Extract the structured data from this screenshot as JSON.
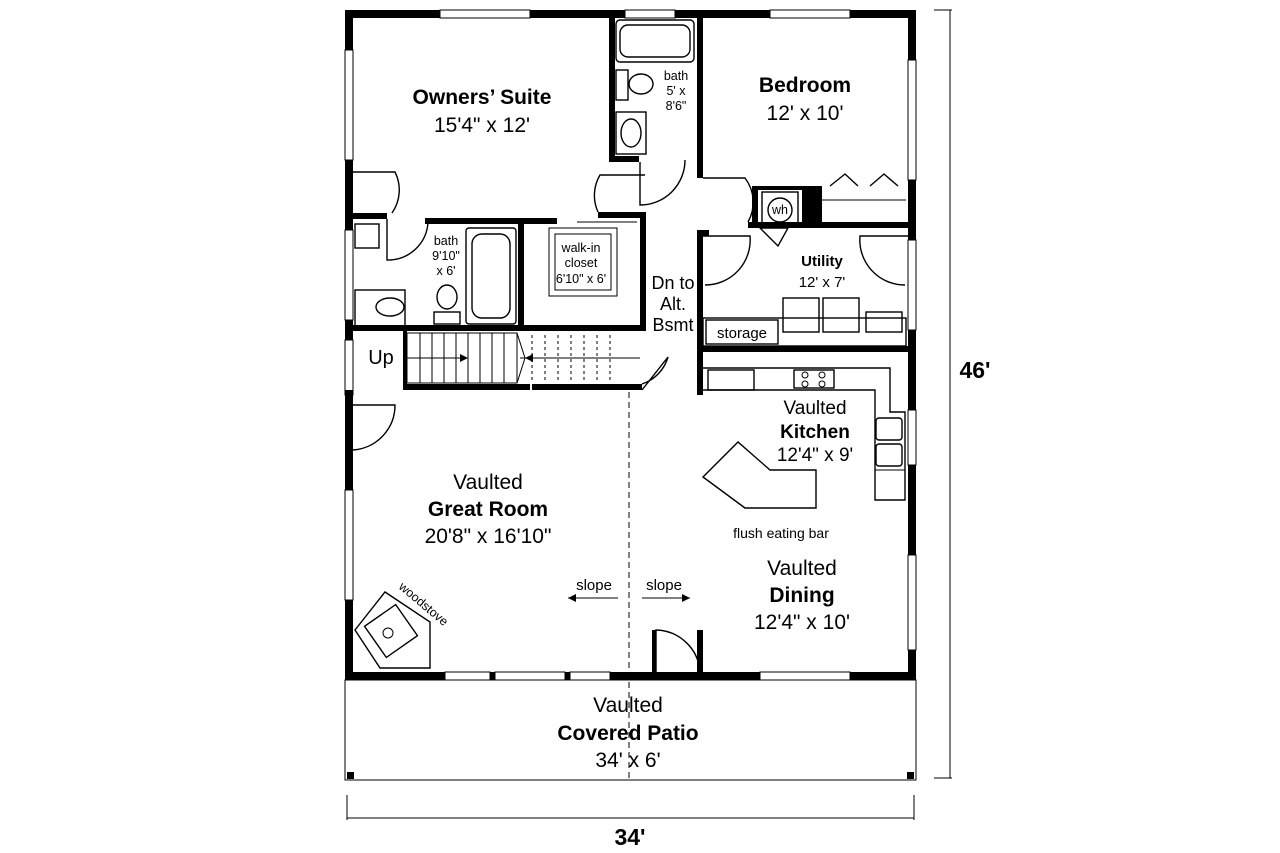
{
  "rooms": {
    "owners_suite": {
      "name": "Owners’ Suite",
      "size": "15'4\" x 12'"
    },
    "bedroom": {
      "name": "Bedroom",
      "size": "12' x 10'"
    },
    "bath_upper": {
      "name": "bath",
      "size_line1": "5' x",
      "size_line2": "8'6\""
    },
    "bath_owners": {
      "name": "bath",
      "size_line1": "9'10\"",
      "size_line2": "x 6'"
    },
    "walkin": {
      "line1": "walk-in",
      "line2": "closet",
      "size": "6'10\" x 6'"
    },
    "utility": {
      "name": "Utility",
      "size": "12' x 7'"
    },
    "storage": {
      "name": "storage"
    },
    "kitchen": {
      "prefix": "Vaulted",
      "name": "Kitchen",
      "size": "12'4\" x 9'"
    },
    "great_room": {
      "prefix": "Vaulted",
      "name": "Great Room",
      "size": "20'8\" x 16'10\""
    },
    "dining": {
      "prefix": "Vaulted",
      "name": "Dining",
      "size": "12'4\" x 10'"
    },
    "patio": {
      "prefix": "Vaulted",
      "name": "Covered Patio",
      "size": "34' x 6'"
    }
  },
  "stairs": {
    "up": "Up",
    "down_line1": "Dn to",
    "down_line2": "Alt.",
    "down_line3": "Bsmt"
  },
  "fixtures": {
    "water_heater": "wh",
    "eating_bar": "flush eating bar",
    "woodstove": "woodstove",
    "slope_left": "slope",
    "slope_right": "slope"
  },
  "dimensions": {
    "height": "46'",
    "width": "34'"
  }
}
